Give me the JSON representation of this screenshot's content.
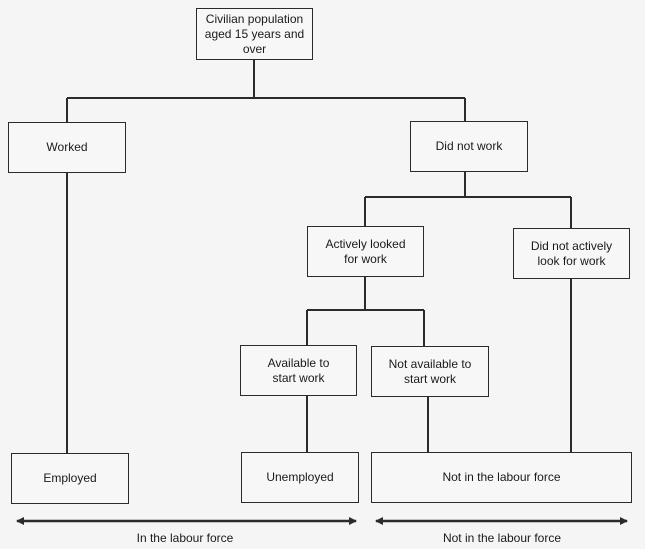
{
  "nodes": {
    "population": "Civilian population\naged 15 years and\nover",
    "worked": "Worked",
    "did_not_work": "Did not work",
    "actively_looked": "Actively looked\nfor work",
    "did_not_actively_look": "Did not actively\nlook for work",
    "available": "Available to\nstart work",
    "not_available": "Not available to\nstart work",
    "employed": "Employed",
    "unemployed": "Unemployed",
    "not_in_labour_force": "Not in the labour force"
  },
  "axis": {
    "in_labour_force": "In the labour force",
    "not_in_labour_force": "Not in the labour force"
  },
  "colors": {
    "line": "#2b2b2b",
    "box_fill": "#f7f7f7",
    "background": "#f5f5f5"
  }
}
